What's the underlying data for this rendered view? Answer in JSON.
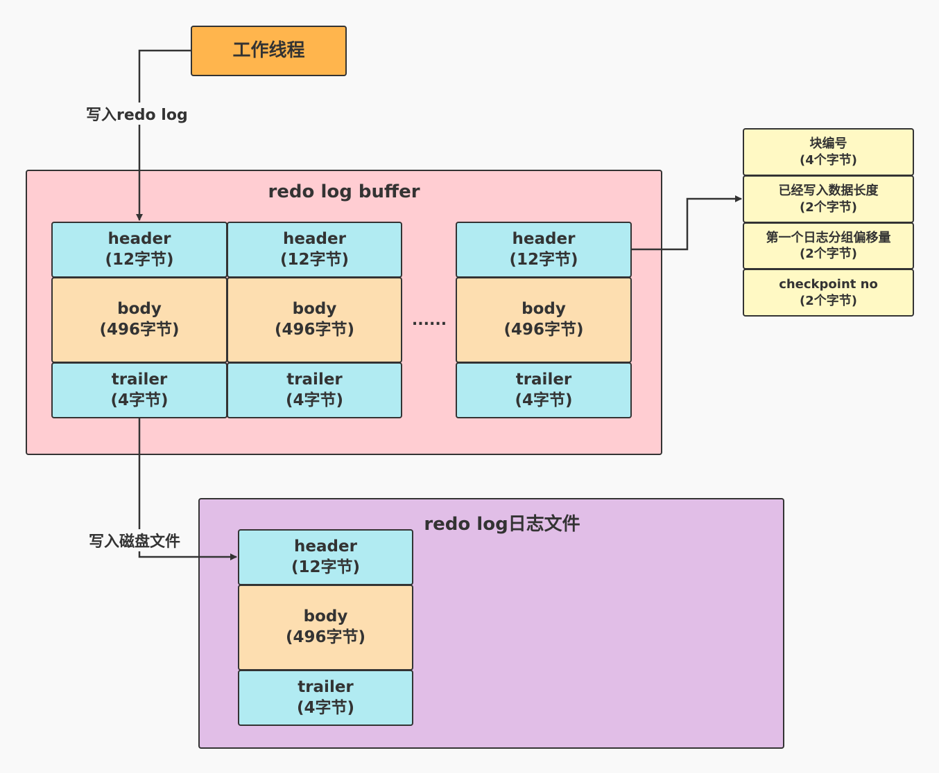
{
  "worker": {
    "label": "工作线程",
    "color": "#ffb54d"
  },
  "edges": {
    "write_redo": "写入redo log",
    "write_disk": "写入磁盘文件"
  },
  "buffer": {
    "title": "redo log buffer",
    "color": "#ffcdd2",
    "ellipsis": "......",
    "blocks": [
      {
        "header": "header",
        "header_size": "(12字节)",
        "body": "body",
        "body_size": "(496字节)",
        "trailer": "trailer",
        "trailer_size": "(4字节)"
      },
      {
        "header": "header",
        "header_size": "(12字节)",
        "body": "body",
        "body_size": "(496字节)",
        "trailer": "trailer",
        "trailer_size": "(4字节)"
      },
      {
        "header": "header",
        "header_size": "(12字节)",
        "body": "body",
        "body_size": "(496字节)",
        "trailer": "trailer",
        "trailer_size": "(4字节)"
      }
    ]
  },
  "header_fields": [
    {
      "name": "块编号",
      "size": "(4个字节)"
    },
    {
      "name": "已经写入数据长度",
      "size": "(2个字节)"
    },
    {
      "name": "第一个日志分组偏移量",
      "size": "(2个字节)"
    },
    {
      "name": "checkpoint no",
      "size": "(2个字节)"
    }
  ],
  "file": {
    "title": "redo log日志文件",
    "color": "#e1bee7",
    "block": {
      "header": "header",
      "header_size": "(12字节)",
      "body": "body",
      "body_size": "(496字节)",
      "trailer": "trailer",
      "trailer_size": "(4字节)"
    }
  }
}
